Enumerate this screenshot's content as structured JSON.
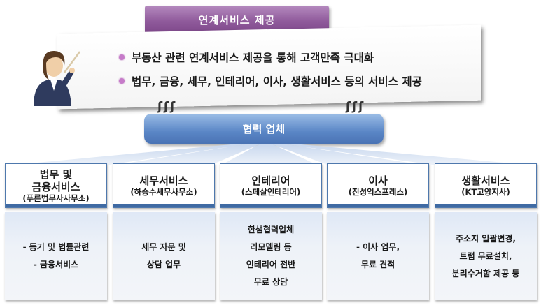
{
  "header": {
    "title": "연계서비스 제공"
  },
  "banner": {
    "lines": [
      "부동산 관련 연계서비스 제공을 통해 고객만족 극대화",
      "법무, 금융, 세무, 인테리어, 이사, 생활서비스 등의 서비스 제공"
    ]
  },
  "partners": {
    "title": "협력 업체"
  },
  "cards": [
    {
      "title_lines": [
        "법무 및",
        "금융서비스"
      ],
      "subtitle": "(푸른법무사사무소)",
      "body_lines": [
        "- 등기 및 법률관련",
        "- 금융서비스"
      ]
    },
    {
      "title_lines": [
        "세무서비스"
      ],
      "subtitle": "(하승수세무사무소)",
      "body_lines": [
        "세무 자문 및",
        "상담 업무"
      ]
    },
    {
      "title_lines": [
        "인테리어"
      ],
      "subtitle": "(스페살인테리어)",
      "body_lines": [
        "한샘협력업체",
        "리모델링 등",
        "인테리어 전반",
        "무료 상담"
      ]
    },
    {
      "title_lines": [
        "이사"
      ],
      "subtitle": "(진성익스프레스)",
      "body_lines": [
        "- 이사 업무,",
        "무료 견적"
      ]
    },
    {
      "title_lines": [
        "생활서비스"
      ],
      "subtitle": "(KT고양지사)",
      "body_lines": [
        "주소지 일괄변경,",
        "트램 무료설치,",
        "분리수거함 제공 등"
      ]
    }
  ],
  "colors": {
    "top_bar": "#8f5a9b",
    "mid_bar": "#5a86c6",
    "card_border": "#3f6aa3",
    "bullet": "#c67bc9"
  },
  "icons": {
    "presenter": "presenter-icon",
    "connector": "chain-ring-icon"
  }
}
